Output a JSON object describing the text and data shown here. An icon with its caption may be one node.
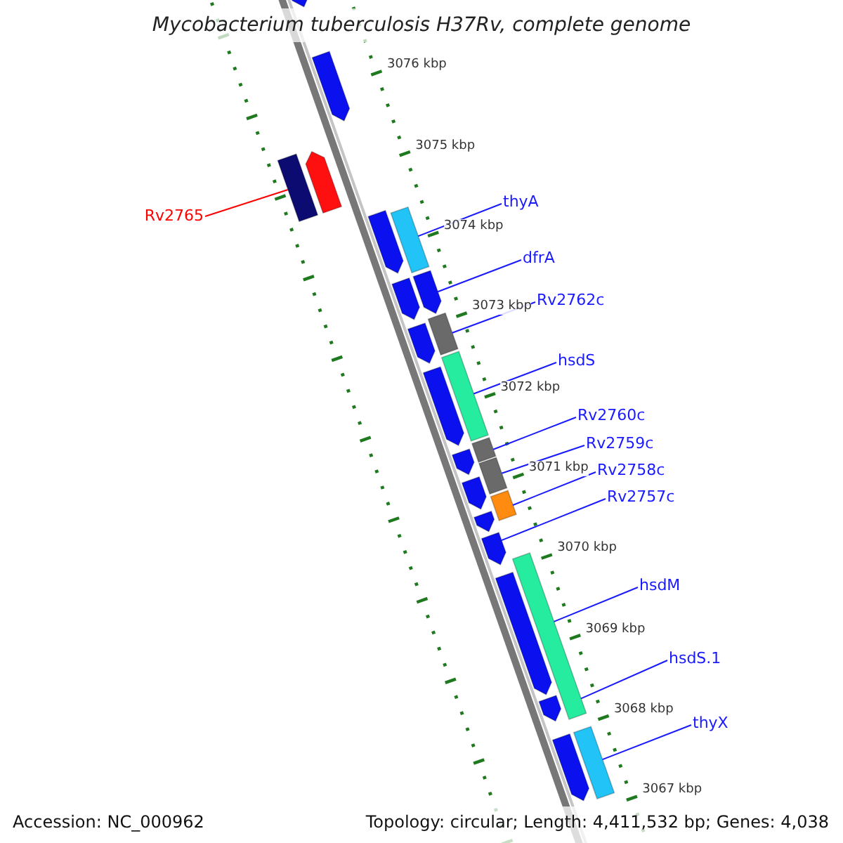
{
  "diagram": {
    "title": "Mycobacterium tuberculosis H37Rv, complete genome",
    "nodes": [
      {
        "text": [],
        "shape": "bar"
      },
      {
        "text": [
          "Rv2765"
        ]
      },
      {
        "text": [],
        "shape": "bar"
      },
      {
        "text": [
          "thyA"
        ]
      },
      {
        "text": [],
        "shape": "bar"
      },
      {
        "text": [
          "dfrA"
        ]
      },
      {
        "text": [],
        "shape": "bar"
      },
      {
        "text": [
          "Rv2762c"
        ]
      },
      {
        "text": [],
        "shape": "bar"
      },
      {
        "text": [
          "hsdS"
        ]
      },
      {
        "text": [],
        "shape": "bar"
      },
      {
        "text": [
          "Rv2760c"
        ]
      },
      {
        "text": [],
        "shape": "bar"
      },
      {
        "text": [
          "Rv2759c"
        ]
      },
      {
        "text": [],
        "shape": "bar"
      },
      {
        "text": [
          "Rv2758c"
        ]
      },
      {
        "text": [
          "Rv2757c"
        ]
      },
      {
        "text": [],
        "shape": "bar"
      },
      {
        "text": [
          "hsdM"
        ]
      },
      {
        "text": [
          "hsdS.1"
        ]
      },
      {
        "text": [],
        "shape": "bar"
      },
      {
        "text": [
          "thyX"
        ]
      },
      {
        "text": [],
        "shape": "bar"
      },
      {
        "text": [],
        "shape": "bar"
      },
      {
        "text": [],
        "shape": "bar"
      },
      {
        "text": [],
        "shape": "bar"
      },
      {
        "text": [],
        "shape": "bar"
      },
      {
        "text": [],
        "shape": "bar"
      },
      {
        "text": [],
        "shape": "bar"
      },
      {
        "text": [],
        "shape": "bar"
      },
      {
        "text": [],
        "shape": "bar"
      },
      {
        "text": [],
        "shape": "bar"
      },
      {
        "text": [],
        "shape": "bar"
      },
      {
        "text": [],
        "shape": "bar"
      },
      {
        "text": [],
        "shape": "bar"
      },
      {
        "text": [],
        "shape": "bar"
      }
    ],
    "edges": [
      {
        "from": 1,
        "to": 0,
        "arrow": "none",
        "color": "#ff0000"
      },
      {
        "from": 3,
        "to": 2,
        "arrow": "none"
      },
      {
        "from": 5,
        "to": 4,
        "arrow": "none"
      },
      {
        "from": 7,
        "to": 6,
        "arrow": "none"
      },
      {
        "from": 9,
        "to": 8,
        "arrow": "none"
      },
      {
        "from": 11,
        "to": 10,
        "arrow": "none"
      },
      {
        "from": 13,
        "to": 12,
        "arrow": "none"
      },
      {
        "from": 15,
        "to": 14,
        "arrow": "none"
      },
      {
        "from": 16,
        "to": 32,
        "arrow": "none"
      },
      {
        "from": 18,
        "to": 17,
        "arrow": "none"
      },
      {
        "from": 19,
        "to": 17,
        "arrow": "none"
      },
      {
        "from": 21,
        "to": 20,
        "arrow": "none"
      }
    ],
    "labels": [
      "3076 kbp",
      "3075 kbp",
      "3074 kbp",
      "3073 kbp",
      "3072 kbp",
      "3071 kbp",
      "3070 kbp",
      "3069 kbp",
      "3068 kbp",
      "3067 kbp",
      "Accession: NC_000962",
      "Topology: circular; Length: 4,411,532 bp; Genes: 4,038"
    ]
  }
}
